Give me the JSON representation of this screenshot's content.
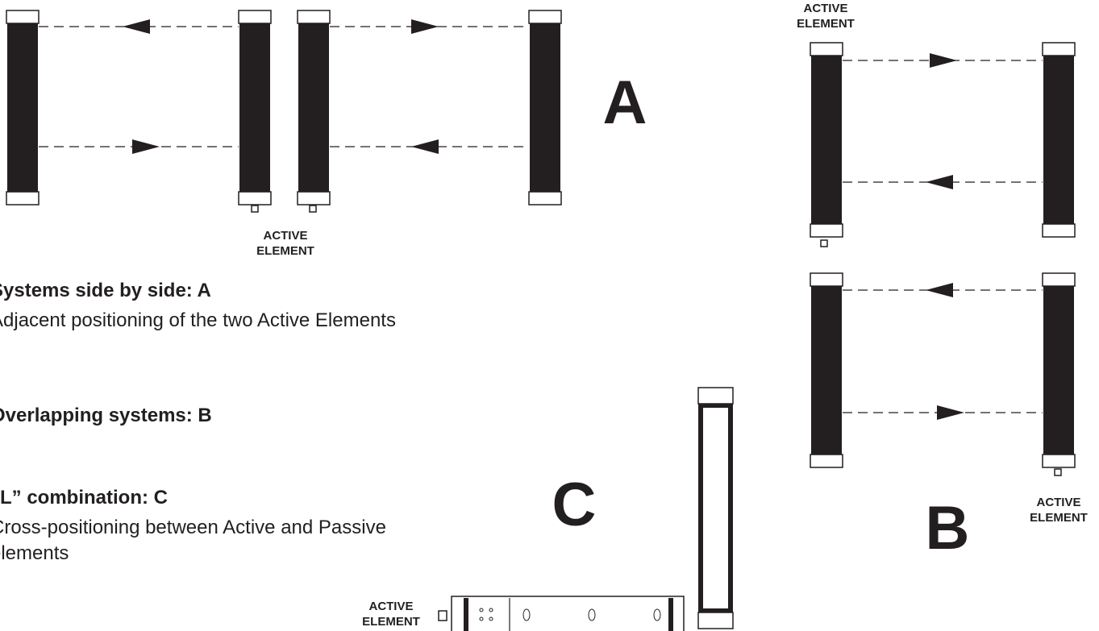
{
  "diagram": {
    "letter_a": "A",
    "letter_b": "B",
    "letter_c": "C",
    "active_label_1": "ACTIVE",
    "active_label_2": "ELEMENT"
  },
  "descriptions": [
    {
      "title": "Systems side by side: A",
      "text": "Adjacent positioning of the two Active Elements"
    },
    {
      "title": "Overlapping systems: B",
      "text": ""
    },
    {
      "title": "“L” combination: C",
      "text": "Cross-positioning between Active and Passive elements"
    }
  ]
}
